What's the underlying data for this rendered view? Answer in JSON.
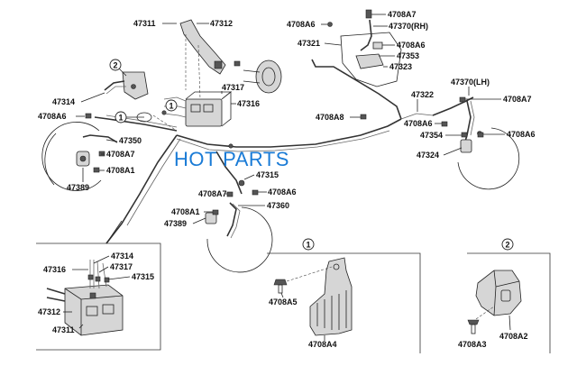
{
  "watermark": "HOT PARTS",
  "callouts": {
    "c1_top": "1",
    "c2_top": "2",
    "c1_mid": "1",
    "c1_detail": "1",
    "c2_detail": "2"
  },
  "labels": {
    "l47311": "47311",
    "l47312": "47312",
    "l4708A6_top": "4708A6",
    "l4708A7_top": "4708A7",
    "l47370RH": "47370(RH)",
    "l47321": "47321",
    "l4708A6_r1": "4708A6",
    "l47353": "47353",
    "l47323": "47323",
    "l47317": "47317",
    "l47316": "47316",
    "l47314": "47314",
    "l4708A6_l": "4708A6",
    "l47350": "47350",
    "l4708A7_l": "4708A7",
    "l47389_l": "47389",
    "l4708A1_l": "4708A1",
    "l47322": "47322",
    "l47370LH": "47370(LH)",
    "l4708A7_r": "4708A7",
    "l4708A8": "4708A8",
    "l4708A6_r2": "4708A6",
    "l47354": "47354",
    "l4708A6_r3": "4708A6",
    "l47324": "47324",
    "l47315": "47315",
    "l4708A7_m": "4708A7",
    "l4708A6_m": "4708A6",
    "l4708A1_m": "4708A1",
    "l47360": "47360",
    "l47389_m": "47389",
    "d47314": "47314",
    "d47316": "47316",
    "d47317": "47317",
    "d47315": "47315",
    "d47312": "47312",
    "d47311": "47311",
    "l4708A5": "4708A5",
    "l4708A4": "4708A4",
    "l4708A3": "4708A3",
    "l4708A2": "4708A2"
  }
}
